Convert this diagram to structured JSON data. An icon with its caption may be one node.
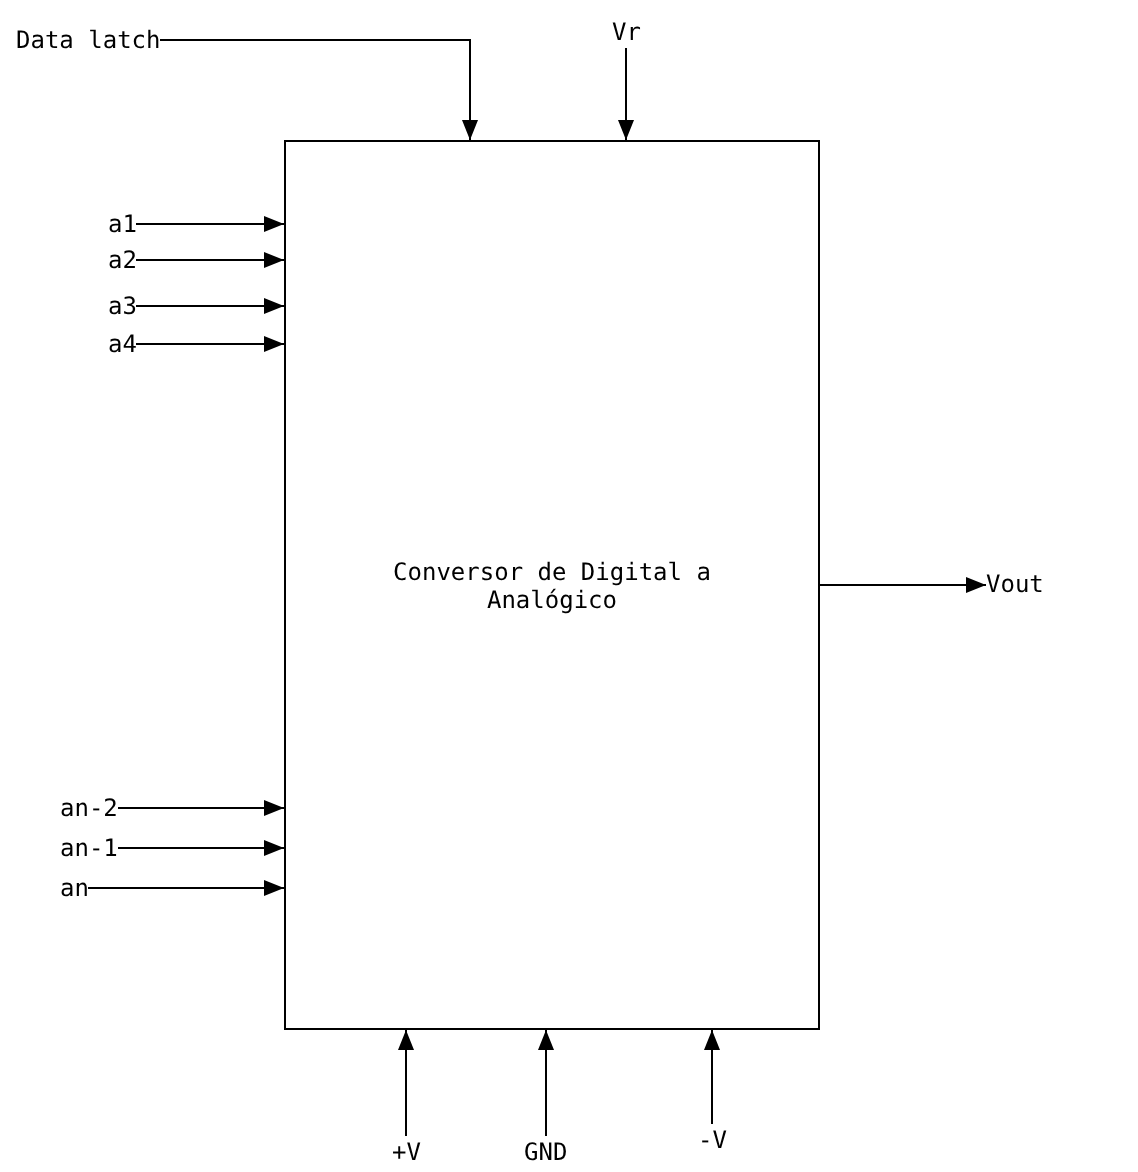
{
  "diagram": {
    "nodes": [
      {
        "text": [
          "Conversor de Digital a Analógico"
        ]
      },
      {
        "text": [
          "Data latch"
        ]
      },
      {
        "text": [
          "Vr"
        ]
      },
      {
        "text": [
          "a1"
        ]
      },
      {
        "text": [
          "a2"
        ]
      },
      {
        "text": [
          "a3"
        ]
      },
      {
        "text": [
          "a4"
        ]
      },
      {
        "text": [
          "an-2"
        ]
      },
      {
        "text": [
          "an-1"
        ]
      },
      {
        "text": [
          "an"
        ]
      },
      {
        "text": [
          "Vout"
        ]
      },
      {
        "text": [
          "+V"
        ]
      },
      {
        "text": [
          "GND"
        ]
      },
      {
        "text": [
          "-V"
        ]
      }
    ],
    "edges": [
      {
        "from": 1,
        "to": 0,
        "arrow": "to"
      },
      {
        "from": 2,
        "to": 0,
        "arrow": "to"
      },
      {
        "from": 3,
        "to": 0,
        "arrow": "to"
      },
      {
        "from": 4,
        "to": 0,
        "arrow": "to"
      },
      {
        "from": 5,
        "to": 0,
        "arrow": "to"
      },
      {
        "from": 6,
        "to": 0,
        "arrow": "to"
      },
      {
        "from": 7,
        "to": 0,
        "arrow": "to"
      },
      {
        "from": 8,
        "to": 0,
        "arrow": "to"
      },
      {
        "from": 9,
        "to": 0,
        "arrow": "to"
      },
      {
        "from": 0,
        "to": 10,
        "arrow": "to"
      },
      {
        "from": 11,
        "to": 0,
        "arrow": "to"
      },
      {
        "from": 12,
        "to": 0,
        "arrow": "to"
      },
      {
        "from": 13,
        "to": 0,
        "arrow": "to"
      }
    ]
  }
}
